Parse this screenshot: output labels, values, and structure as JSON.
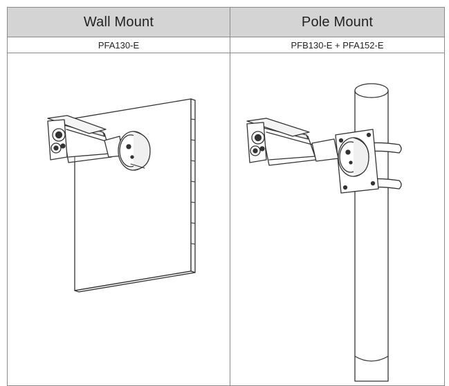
{
  "columns": [
    {
      "header": "Wall Mount",
      "model": "PFA130-E",
      "illustration_icon": "camera-wall-mount-icon"
    },
    {
      "header": "Pole Mount",
      "model": "PFB130-E + PFA152-E",
      "illustration_icon": "camera-pole-mount-icon"
    }
  ]
}
